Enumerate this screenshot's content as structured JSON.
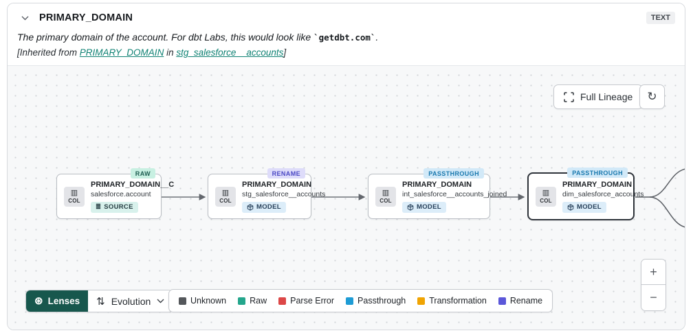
{
  "panel": {
    "title": "PRIMARY_DOMAIN",
    "type_badge": "TEXT",
    "description": {
      "prefix": "The primary domain of the account. For dbt Labs, this would look like ",
      "code": "`getdbt.com`",
      "suffix": "."
    },
    "inherited": {
      "prefix": "[Inherited from ",
      "column_link": "PRIMARY_DOMAIN",
      "middle": " in ",
      "model_link": "stg_salesforce__accounts",
      "suffix": "]"
    }
  },
  "lineage_toolbar": {
    "full_lineage_label": "Full Lineage"
  },
  "nodes": [
    {
      "status_badge": "RAW",
      "col_chip": "COL",
      "title": "PRIMARY_DOMAIN__C",
      "subtitle": "salesforce.account",
      "resource_badge": "SOURCE"
    },
    {
      "status_badge": "RENAME",
      "col_chip": "COL",
      "title": "PRIMARY_DOMAIN",
      "subtitle": "stg_salesforce__accounts",
      "resource_badge": "MODEL"
    },
    {
      "status_badge": "PASSTHROUGH",
      "col_chip": "COL",
      "title": "PRIMARY_DOMAIN",
      "subtitle": "int_salesforce__accounts_joined",
      "resource_badge": "MODEL"
    },
    {
      "status_badge": "PASSTHROUGH",
      "col_chip": "COL",
      "title": "PRIMARY_DOMAIN",
      "subtitle": "dim_salesforce_accounts",
      "resource_badge": "MODEL"
    }
  ],
  "lenses": {
    "button_label": "Lenses",
    "selected_lens": "Evolution"
  },
  "legend": {
    "items": [
      {
        "label": "Unknown",
        "color": "#54575b"
      },
      {
        "label": "Raw",
        "color": "#24a68c"
      },
      {
        "label": "Parse Error",
        "color": "#dc4747"
      },
      {
        "label": "Passthrough",
        "color": "#1e9cd5"
      },
      {
        "label": "Transformation",
        "color": "#f0a403"
      },
      {
        "label": "Rename",
        "color": "#5b57d9"
      }
    ]
  },
  "zoom_controls": {
    "zoom_in": "+",
    "zoom_out": "−"
  },
  "icons": {
    "refresh": "↻",
    "lens_aperture": "⊛",
    "evolution_swap": "⇅",
    "col_columns": "▥",
    "source_rows": "≣"
  },
  "colors": {
    "accent_teal_link": "#0e8173",
    "lenses_button_green": "#17574d",
    "raw_badge_bg": "#c8f0e2",
    "rename_badge_bg": "#dedcfa",
    "passthrough_badge_bg": "#d2e9f8"
  }
}
